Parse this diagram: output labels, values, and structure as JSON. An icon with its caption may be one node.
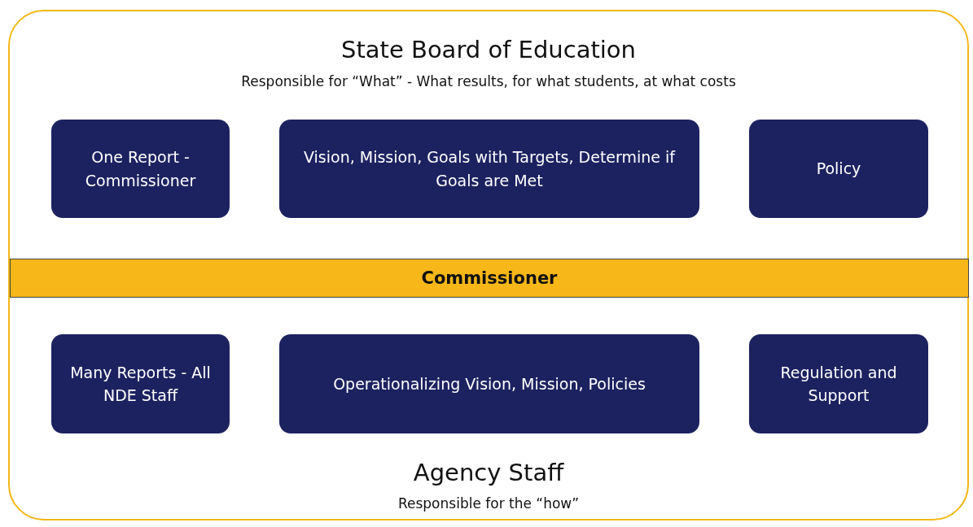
{
  "diagram": {
    "nodes": [
      {
        "text": [
          "State Board of Education",
          "Responsible for “What” - What results, for what students, at what costs",
          "Agency Staff",
          "Responsible for the “how”"
        ]
      },
      {
        "text": [
          "One Report - Commissioner"
        ],
        "in": 0
      },
      {
        "text": [
          "Vision, Mission, Goals with Targets, Determine if Goals are Met"
        ],
        "in": 0
      },
      {
        "text": [
          "Policy"
        ],
        "in": 0
      },
      {
        "text": [
          "Commissioner"
        ],
        "in": 0
      },
      {
        "text": [
          "Many Reports - All NDE Staff"
        ],
        "in": 0
      },
      {
        "text": [
          "Operationalizing Vision, Mission, Policies"
        ],
        "in": 0
      },
      {
        "text": [
          "Regulation and Support"
        ],
        "in": 0
      }
    ]
  }
}
